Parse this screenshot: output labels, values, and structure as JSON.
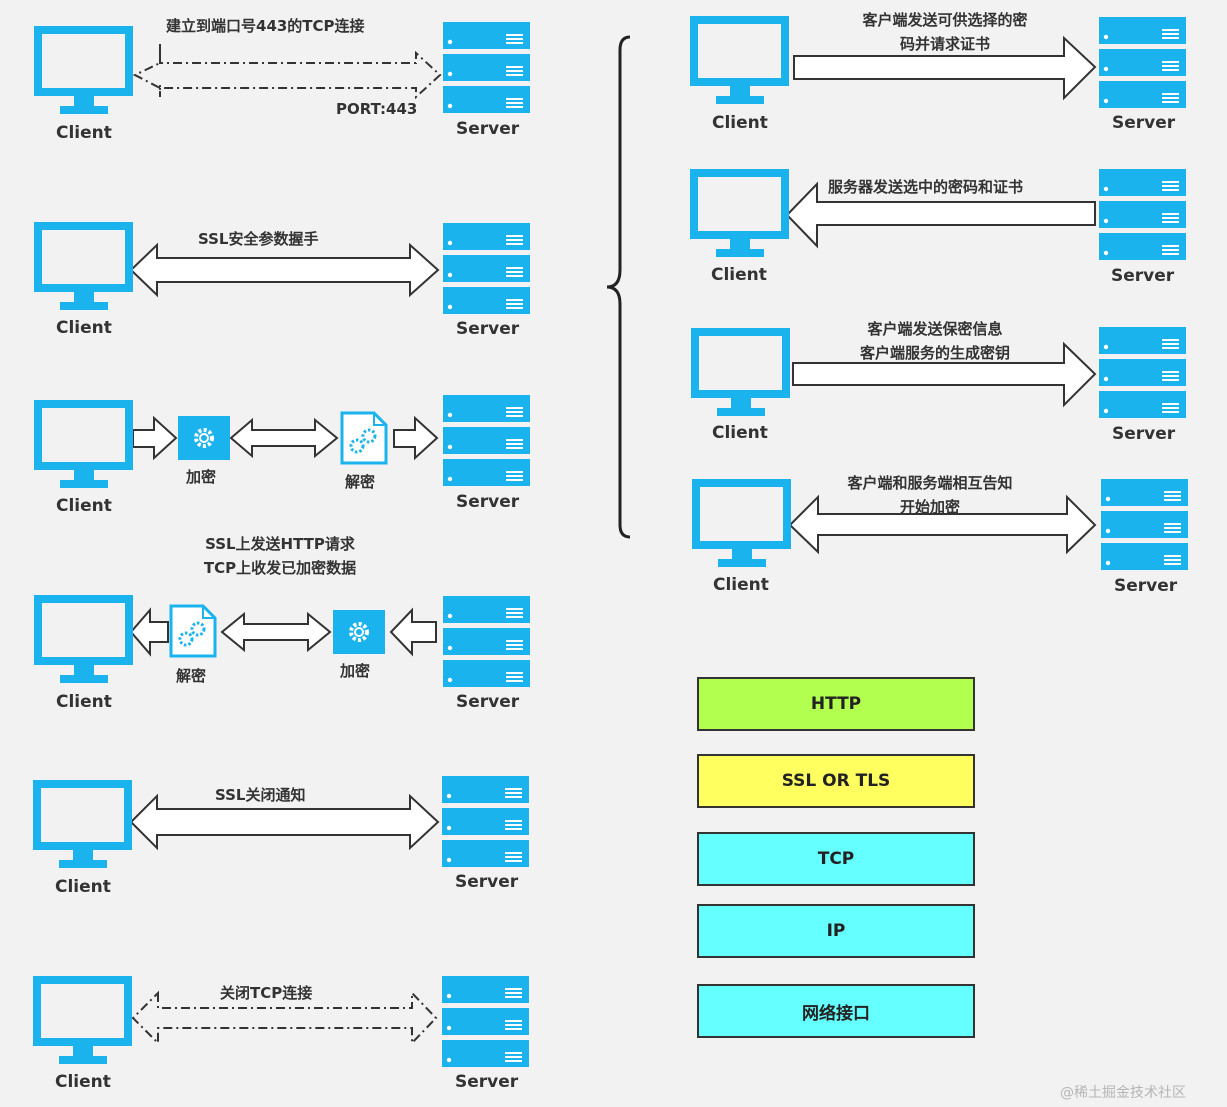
{
  "labels": {
    "client": "Client",
    "server": "Server",
    "encrypt": "加密",
    "decrypt": "解密"
  },
  "steps": {
    "tcp_connect": "建立到端口号443的TCP连接",
    "port": "PORT:443",
    "ssl_handshake": "SSL安全参数握手",
    "transfer_line1": "SSL上发送HTTP请求",
    "transfer_line2": "TCP上收发已加密数据",
    "ssl_close": "SSL关闭通知",
    "tcp_close": "关闭TCP连接"
  },
  "handshake": {
    "client_hello_line1": "客户端发送可供选择的密",
    "client_hello_line2": "码并请求证书",
    "server_hello": "服务器发送选中的密码和证书",
    "client_key_line1": "客户端发送保密信息",
    "client_key_line2": "客户端服务的生成密钥",
    "finished_line1": "客户端和服务端相互告知",
    "finished_line2": "开始加密"
  },
  "protocol_stack": [
    {
      "label": "HTTP",
      "color": "#b3ff50"
    },
    {
      "label": "SSL OR TLS",
      "color": "#ffff60"
    },
    {
      "label": "TCP",
      "color": "#66ffff"
    },
    {
      "label": "IP",
      "color": "#66ffff"
    },
    {
      "label": "网络接口",
      "color": "#66ffff"
    }
  ],
  "watermark": "@稀土掘金技术社区",
  "colors": {
    "device": "#1ab3ee",
    "arrow_fill": "#ffffff",
    "arrow_stroke": "#333333"
  }
}
